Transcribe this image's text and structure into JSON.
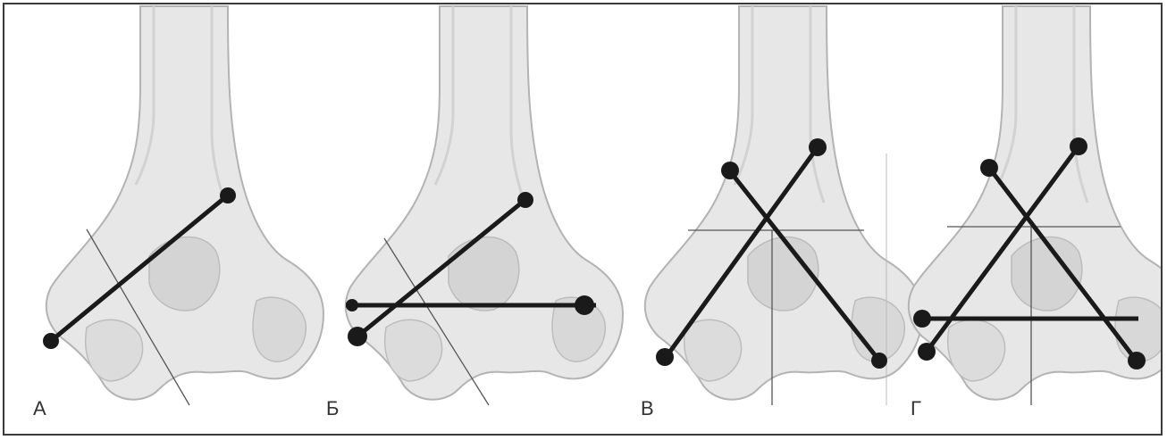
{
  "panels": [
    {
      "id": "a",
      "label": "А"
    },
    {
      "id": "b",
      "label": "Б"
    },
    {
      "id": "v",
      "label": "В"
    },
    {
      "id": "g",
      "label": "Г"
    }
  ],
  "colors": {
    "bone_fill": "#e6e6e6",
    "bone_stroke": "#b5b5b5",
    "bone_shadow": "#cfcfcf",
    "wire": "#1a1a1a",
    "guide_line": "#555555",
    "border": "#3a3a3a"
  }
}
